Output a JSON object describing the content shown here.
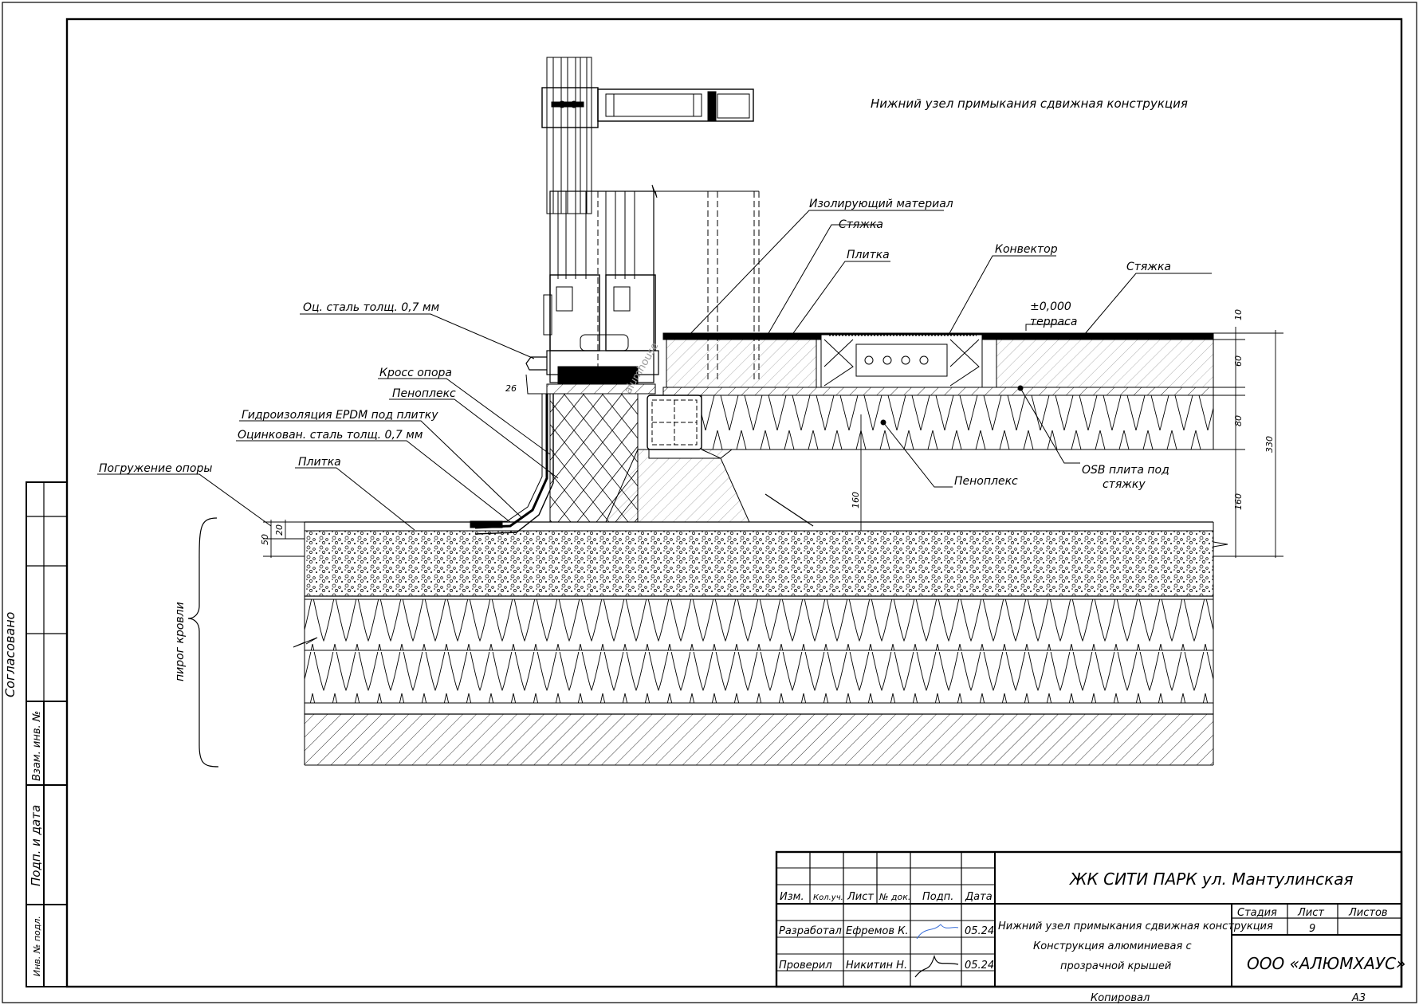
{
  "drawing": {
    "title": "Нижний узел примыкания сдвижная конструкция",
    "labels": {
      "isolating_material": "Изолирующий материал",
      "screed_1": "Стяжка",
      "tile_1": "Плитка",
      "convector": "Конвектор",
      "screed_2": "Стяжка",
      "level_value": "±0,000",
      "level_name": "терраса",
      "steel_07": "Оц. сталь толщ. 0,7 мм",
      "cross_support": "Кросс опора",
      "penoplex_1": "Пеноплекс",
      "epdm": "Гидроизоляция EPDM под плитку",
      "galv_steel": "Оцинкован. сталь толщ. 0,7 мм",
      "support_immersion": "Погружение опоры",
      "tile_2": "Плитка",
      "penoplex_2": "Пеноплекс",
      "osb_line1": "OSB плита под",
      "osb_line2": "стяжку",
      "roof_pie": "пирог кровли",
      "watermark": "alumhouse"
    },
    "dimensions": {
      "d10": "10",
      "d60": "60",
      "d80": "80",
      "d160_right": "160",
      "d330": "330",
      "d160_mid": "160",
      "d26": "26",
      "d50": "50",
      "d20": "20"
    }
  },
  "side_stamp": {
    "agreed": "Согласовано",
    "replace_inv": "Взам. инв. №",
    "sign_date": "Подп. и дата",
    "inv_orig": "Инв. № подл."
  },
  "title_block": {
    "project": "ЖК СИТИ ПАРК ул. Мантулинская",
    "headers": {
      "izm": "Изм.",
      "kol": "Кол.уч.",
      "list": "Лист",
      "ndok": "№ док.",
      "podp": "Подп.",
      "data": "Дата"
    },
    "row1_role": "Разработал",
    "row1_name": "Ефремов К.",
    "row1_date": "05.24",
    "row2_role": "Проверил",
    "row2_name": "Никитин Н.",
    "row2_date": "05.24",
    "sheet_title": "Нижний узел примыкания сдвижная конструкция",
    "construction_line1": "Конструкция алюминиевая с",
    "construction_line2": "прозрачной крышей",
    "stage_label": "Стадия",
    "sheet_label": "Лист",
    "sheets_label": "Листов",
    "sheet_number": "9",
    "company": "ООО «АЛЮМХАУС»",
    "copied": "Копировал",
    "format": "А3"
  }
}
